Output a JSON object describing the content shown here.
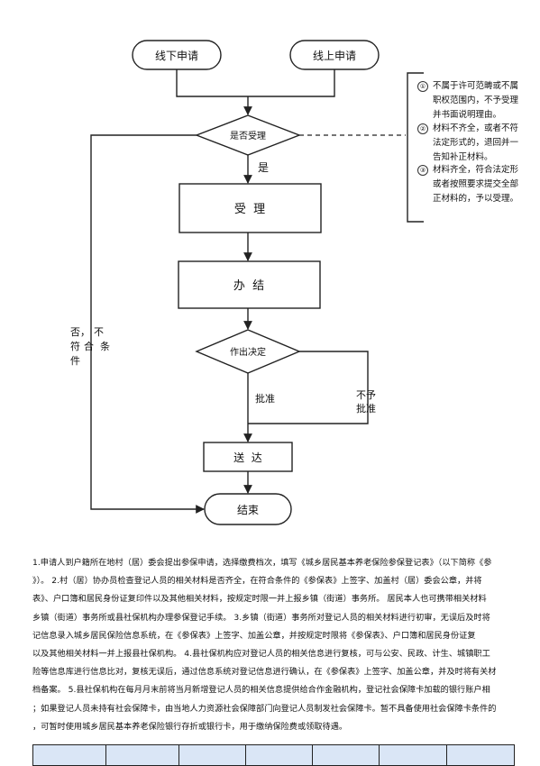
{
  "flowchart": {
    "nodes": {
      "offline_apply": "线下申请",
      "online_apply": "线上申请",
      "decision_accept": "是否受理",
      "accept": "受  理",
      "process": "办  结",
      "decision_make": "作出决定",
      "deliver": "送  达",
      "end": "结束"
    },
    "edge_labels": {
      "yes": "是",
      "reject_col1": [
        "否，",
        "符",
        "件"
      ],
      "reject_col2": [
        "不",
        "合",
        "条"
      ],
      "approve": "批准",
      "not_approve": [
        "不予",
        "批准"
      ]
    }
  },
  "notes": [
    {
      "num": "①",
      "lines": [
        "不属于许可范畴或不属",
        "职权范围内，不予受理",
        "并书面说明理由。"
      ]
    },
    {
      "num": "②",
      "lines": [
        "材料不齐全，或者不符",
        "法定形式的，退回并一",
        "告知补正材料。"
      ]
    },
    {
      "num": "③",
      "lines": [
        "材料齐全，符合法定形",
        "或者按照要求提交全部",
        "正材料的，予以受理。"
      ]
    }
  ],
  "paragraph_lines": [
    "1.申请人到户籍所在地村（居）委会提出参保申请，选择缴费档次，填写《城乡居民基本养老保险参保登记表》（以下简称《参",
    "》）。  2.村（居）协办员检查登记人员的相关材料是否齐全，在符合条件的《参保表》上签字、加盖村（居）委会公章，并将",
    "表》、户口簿和居民身份证复印件以及其他相关材料，按规定时限一并上报乡镇（街道）事务所。  居民本人也可携带相关材料",
    "乡镇（街道）事务所或县社保机构办理参保登记手续。  3.乡镇（街道）事务所对登记人员的相关材料进行初审，无误后及时将",
    "记信息录入城乡居民保险信息系统，在《参保表》上签字、加盖公章，并按规定时限将《参保表》、户口簿和居民身份证复",
    "以及其他相关材料一并上报县社保机构。  4.县社保机构应对登记人员的相关信息进行复核，可与公安、民政、计生、城镇职工",
    "险等信息库进行信息比对，复核无误后，通过信息系统对登记信息进行确认，在《参保表》上签字、加盖公章，并及时将有关材",
    "档备案。  5.县社保机构在每月月末前将当月新增登记人员的相关信息提供给合作金融机构，登记社会保障卡加载的银行账户相",
    "；如果登记人员未持有社会保障卡，由当地人力资源社会保障部门向登记人员制发社会保障卡。暂不具备使用社会保障卡条件的",
    "，可暂时使用城乡居民基本养老保险银行存折或银行卡，用于缴纳保险费或领取待遇。"
  ],
  "table_columns": 7
}
